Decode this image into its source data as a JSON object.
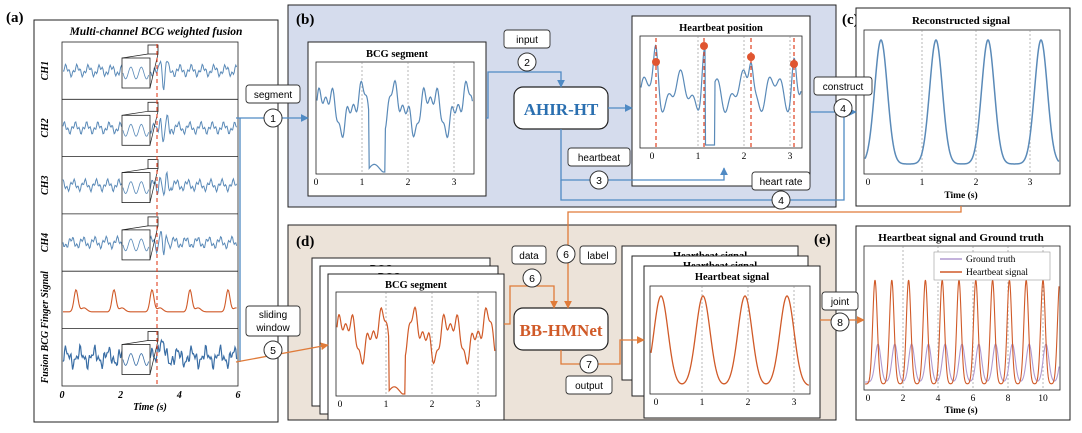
{
  "panels": {
    "a": {
      "label": "(a)",
      "title": "Multi-channel BCG weighted fusion",
      "channels": [
        "CH1",
        "CH2",
        "CH3",
        "CH4",
        "Finger Signal",
        "Fusion BCG"
      ],
      "xticks": [
        "0",
        "2",
        "4",
        "6"
      ],
      "xlabel": "Time (s)"
    },
    "b": {
      "label": "(b)",
      "seg_title": "BCG segment",
      "seg_xticks": [
        "0",
        "1",
        "2",
        "3"
      ],
      "hb_title": "Heartbeat position",
      "hb_xticks": [
        "0",
        "1",
        "2",
        "3"
      ],
      "model": "AHIR-HT"
    },
    "c": {
      "label": "(c)",
      "title": "Reconstructed signal",
      "xticks": [
        "0",
        "1",
        "2",
        "3"
      ],
      "xlabel": "Time (s)"
    },
    "d": {
      "label": "(d)",
      "seg_title": "BCG segment",
      "seg_xticks": [
        "0",
        "1",
        "2",
        "3"
      ],
      "hs_title": "Heartbeat signal",
      "hs_xticks": [
        "0",
        "1",
        "2",
        "3"
      ],
      "model": "BB-HMNet"
    },
    "e": {
      "label": "(e)",
      "title": "Heartbeat signal and Ground truth",
      "legend": [
        "Ground truth",
        "Heartbeat signal"
      ],
      "xticks": [
        "0",
        "2",
        "4",
        "6",
        "8",
        "10"
      ],
      "xlabel": "Time (s)"
    }
  },
  "steps": {
    "segment": "segment",
    "input": "input",
    "construct": "construct",
    "heartbeat": "heartbeat",
    "heart_rate": "heart rate",
    "data": "data",
    "label": "label",
    "sliding1": "sliding",
    "sliding2": "window",
    "output": "output",
    "joint": "joint"
  },
  "step_numbers": {
    "s1": "1",
    "s2": "2",
    "s3": "3",
    "s4a": "4",
    "s4b": "4",
    "s5": "5",
    "s6a": "6",
    "s6b": "6",
    "s7": "7",
    "s8": "8"
  },
  "colors": {
    "blue_signal": "#5a8ab8",
    "orange_signal": "#d05a28",
    "blue_panel": "#d5dced",
    "beige_panel": "#ece3d9",
    "blue_arrow": "#4f8ac4",
    "orange_arrow": "#e07b39",
    "peak_marker": "#e05530"
  }
}
